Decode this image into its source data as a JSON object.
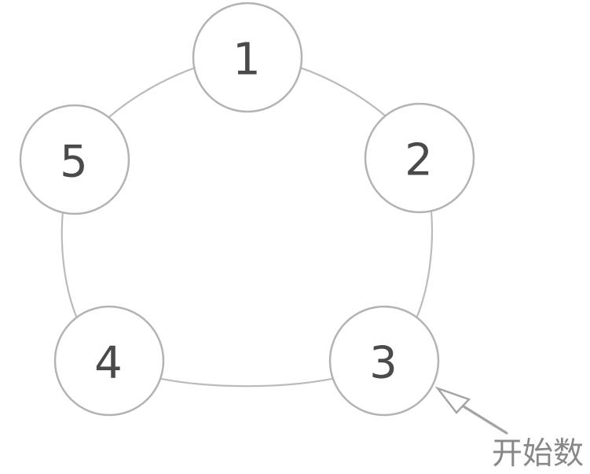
{
  "diagram": {
    "title": "circle-of-five-counting-diagram",
    "nodes": [
      {
        "label": "1"
      },
      {
        "label": "2"
      },
      {
        "label": "3"
      },
      {
        "label": "4"
      },
      {
        "label": "5"
      }
    ],
    "annotation": {
      "label": "开始数",
      "points_to_node": "3"
    },
    "colors": {
      "background": "#ffffff",
      "ring_stroke": "#bbbbbb",
      "node_stroke": "#b3b3b3",
      "node_fill": "#ffffff",
      "number_color": "#4a4a4a",
      "arrow_color": "#a3a3a3",
      "arrowhead_fill": "#ffffff",
      "annotation_color": "#888888"
    }
  }
}
